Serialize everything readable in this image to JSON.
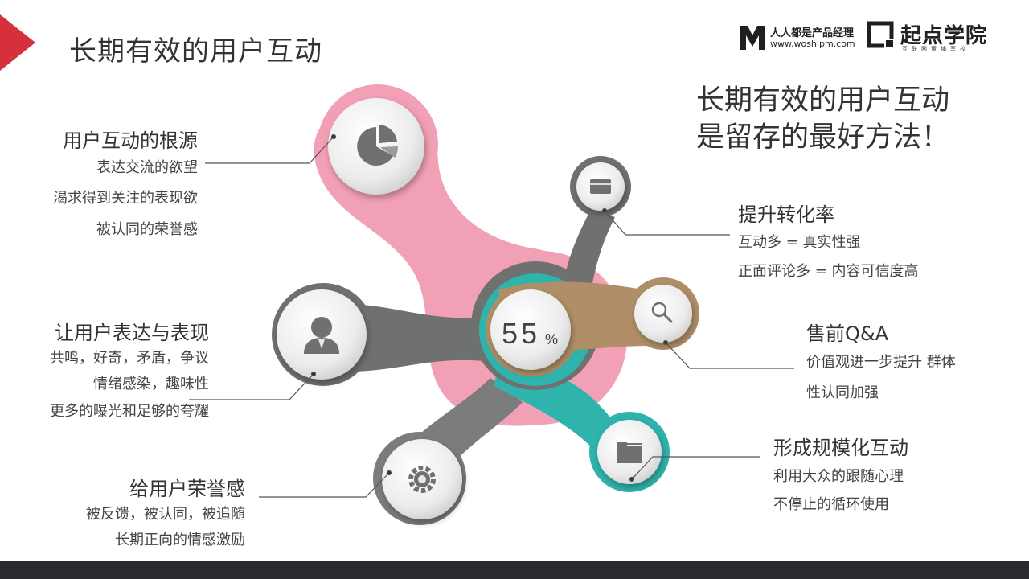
{
  "page_title": "长期有效的用户互动",
  "logo": {
    "cn_name": "人人都是产品经理",
    "url": "www.woshipm.com",
    "school_name": "起点学院",
    "school_sub": "互联网黄埔军校"
  },
  "headline": {
    "line1": "长期有效的用户互动",
    "line2": "是留存的最好方法！"
  },
  "center": {
    "value": "55",
    "unit": "%"
  },
  "blocks": {
    "source": {
      "title": "用户互动的根源",
      "lines": [
        "表达交流的欲望",
        "渴求得到关注的表现欲",
        "被认同的荣誉感"
      ]
    },
    "express": {
      "title": "让用户表达与表现",
      "lines": [
        "共鸣，好奇，矛盾，争议",
        "情绪感染，趣味性",
        "更多的曝光和足够的夸耀"
      ]
    },
    "honor": {
      "title": "给用户荣誉感",
      "lines": [
        "被反馈，被认同，被追随",
        "长期正向的情感激励"
      ]
    },
    "conversion": {
      "title": "提升转化率",
      "lines": [
        "互动多 = 真实性强",
        "正面评论多 = 内容可信度高"
      ]
    },
    "presale": {
      "title": "售前Q&A",
      "lines": [
        "价值观进一步提升 群体",
        "性认同加强"
      ]
    },
    "scale": {
      "title": "形成规模化互动",
      "lines": [
        "利用大众的跟随心理",
        "不停止的循环使用"
      ]
    }
  },
  "colors": {
    "pink": "#f2a0b6",
    "gray": "#6f7070",
    "teal": "#2fb3ad",
    "tan": "#b08f68",
    "accent_red": "#d6303a",
    "footer": "#2b2b2f"
  },
  "icons": {
    "source": "pie-chart-icon",
    "conversion": "card-icon",
    "express": "user-icon",
    "presale": "search-icon",
    "honor": "gear-icon",
    "scale": "folder-icon"
  }
}
